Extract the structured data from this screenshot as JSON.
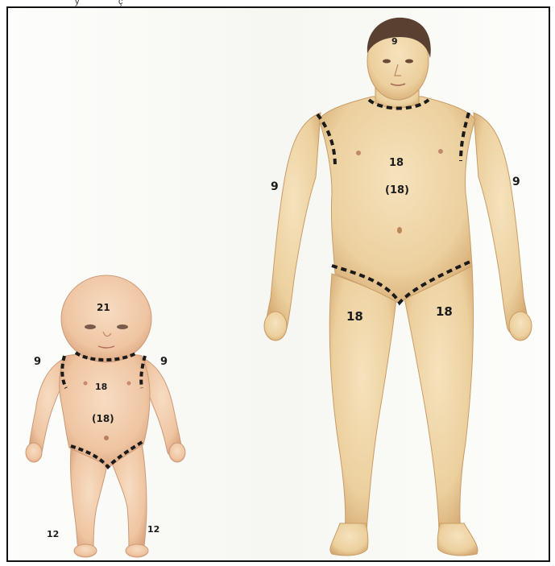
{
  "header": {
    "left_fragment": "y",
    "right_fragment": "ç"
  },
  "adult": {
    "head": "9",
    "arm_left": "9",
    "arm_right": "9",
    "trunk_front": "18",
    "trunk_back": "(18)",
    "leg_left": "18",
    "leg_right": "18"
  },
  "infant": {
    "head": "21",
    "arm_left": "9",
    "arm_right": "9",
    "trunk_front": "18",
    "trunk_back": "(18)",
    "leg_left": "12",
    "leg_right": "12"
  },
  "colors": {
    "skin": "#efd3a4",
    "skin_shadow": "#d9b07c",
    "hair": "#5a4030",
    "baby_skin": "#efc5a2",
    "dashed_line": "#1a1a1a"
  }
}
